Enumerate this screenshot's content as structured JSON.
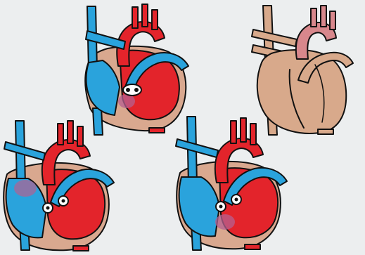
{
  "figure": {
    "panels": [
      {
        "id": "top-middle",
        "variant": "colored",
        "icon": "heart-defect-icon"
      },
      {
        "id": "top-right",
        "variant": "plain",
        "icon": "heart-exterior-icon"
      },
      {
        "id": "bottom-left",
        "variant": "colored",
        "icon": "heart-defect-icon"
      },
      {
        "id": "bottom-middle",
        "variant": "colored",
        "icon": "heart-defect-icon"
      }
    ],
    "colors": {
      "background": "#eceeef",
      "oxygenated_blood": "#e3242b",
      "deoxygenated_blood": "#2aa3dc",
      "myocardium": "#d9a88f",
      "outline": "#111111",
      "exterior_tissue": "#d8a98b",
      "exterior_artery": "#d8878c"
    }
  }
}
